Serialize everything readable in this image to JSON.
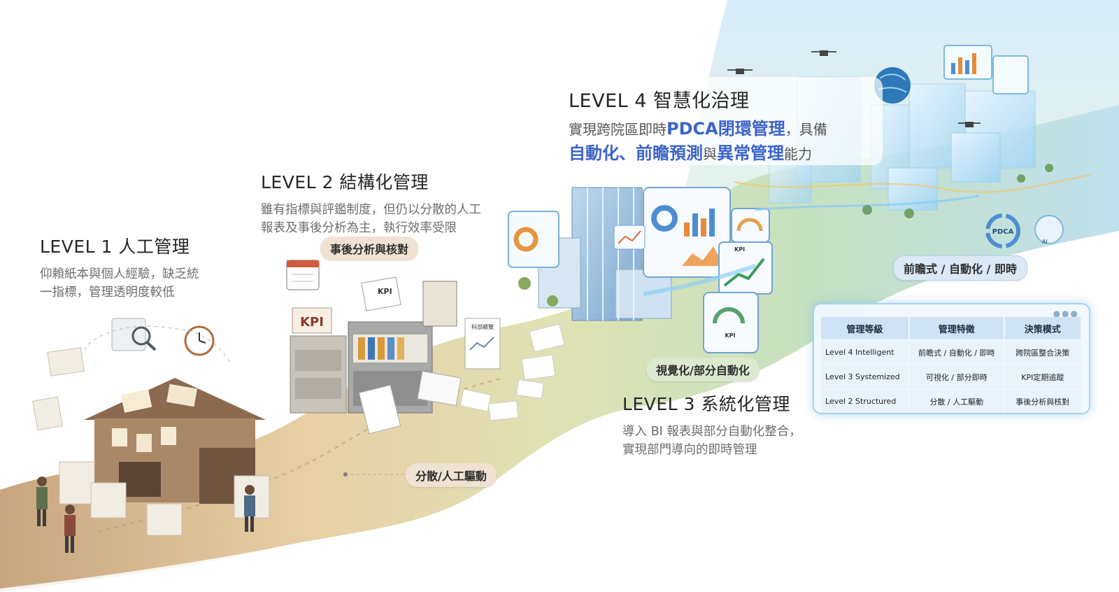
{
  "level1": {
    "title": "LEVEL 1 人工管理",
    "desc_line1": "仰賴紙本與個人經驗，缺乏統",
    "desc_line2": "一指標，管理透明度較低"
  },
  "level2": {
    "title": "LEVEL 2 結構化管理",
    "desc_line1": "雖有指標與評鑑制度，但仍以分散的人工",
    "desc_line2": "報表及事後分析為主，執行效率受限"
  },
  "level3": {
    "title": "LEVEL 3 系統化管理",
    "desc_line1": "導入 BI 報表與部分自動化整合，",
    "desc_line2": "實現部門導向的即時管理"
  },
  "level4": {
    "title": "LEVEL 4 智慧化治理",
    "desc_a": "實現跨院區即時",
    "desc_b": "PDCA閉環管理",
    "desc_c": "，具備",
    "desc_d": "自動化",
    "desc_e": "、",
    "desc_f": "前瞻預測",
    "desc_g": "與",
    "desc_h": "異常管理",
    "desc_i": "能力"
  },
  "pills": {
    "post_analysis": "事後分析與核對",
    "dispersed": "分散/人工驅動",
    "visual": "視覺化/部分自動化",
    "proactive": "前瞻式 / 自動化 / 即時"
  },
  "illustration_labels": {
    "kpi_sign": "KPI",
    "kpi_paper": "KPI",
    "dept_report": "科部績覽",
    "kpi_gauge_1": "KPI",
    "kpi_gauge_2": "KPI",
    "pdca": "PDCA",
    "ai": "AI"
  },
  "table": {
    "headers": [
      "管理等級",
      "管理特徵",
      "決策模式"
    ],
    "rows": [
      [
        "Level 4 Intelligent",
        "前瞻式 / 自動化 / 即時",
        "跨院區整合決策"
      ],
      [
        "Level 3 Systemized",
        "可視化 / 部分即時",
        "KPI定期追蹤"
      ],
      [
        "Level 2 Structured",
        "分散 / 人工驅動",
        "事後分析與核對"
      ]
    ]
  },
  "colors": {
    "highlight_blue": "#3c63c9",
    "title_text": "#262626",
    "desc_text": "#6d6d6d",
    "path_sand": "#e6cfa6",
    "path_green": "#cfe0b4",
    "sky_blue": "#cfe6f4"
  }
}
